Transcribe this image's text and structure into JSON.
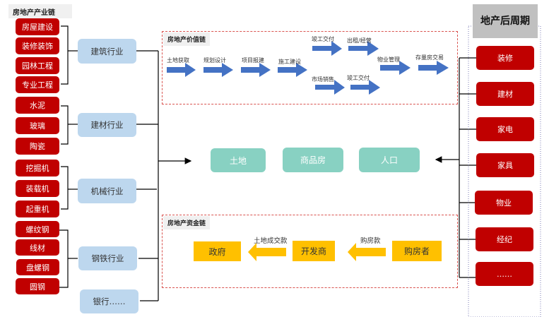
{
  "left_panel": {
    "title": "房地产产业链",
    "groups": [
      {
        "industry": "建筑行业",
        "items": [
          "房屋建设",
          "装修装饰",
          "园林工程",
          "专业工程"
        ]
      },
      {
        "industry": "建材行业",
        "items": [
          "水泥",
          "玻璃",
          "陶瓷"
        ]
      },
      {
        "industry": "机械行业",
        "items": [
          "挖掘机",
          "装载机",
          "起重机"
        ]
      },
      {
        "industry": "钢铁行业",
        "items": [
          "螺纹钢",
          "线材",
          "盘螺钢",
          "圆钢"
        ]
      },
      {
        "industry": "银行……",
        "items": []
      }
    ]
  },
  "value_chain": {
    "title": "房地产价值链",
    "steps": [
      "土地获取",
      "规划设计",
      "项目报建",
      "施工建设",
      "竣工交付",
      "出租/经营",
      "市场销售",
      "竣工交付",
      "物业管理",
      "存量房交易"
    ]
  },
  "core": {
    "items": [
      "土地",
      "商品房",
      "人口"
    ]
  },
  "capital_chain": {
    "title": "房地产资金链",
    "nodes": [
      "政府",
      "开发商",
      "购房者"
    ],
    "flows": [
      "土地成交款",
      "购房款"
    ]
  },
  "post_cycle": {
    "title": "地产后周期",
    "items": [
      "装修",
      "建材",
      "家电",
      "家具",
      "物业",
      "经纪",
      "……"
    ]
  },
  "colors": {
    "red": "#c00000",
    "blue_box": "#bdd7ee",
    "teal": "#88d1c2",
    "yellow": "#ffc000",
    "arrow_blue": "#4472c4",
    "gray_header": "#c0c0c0"
  }
}
